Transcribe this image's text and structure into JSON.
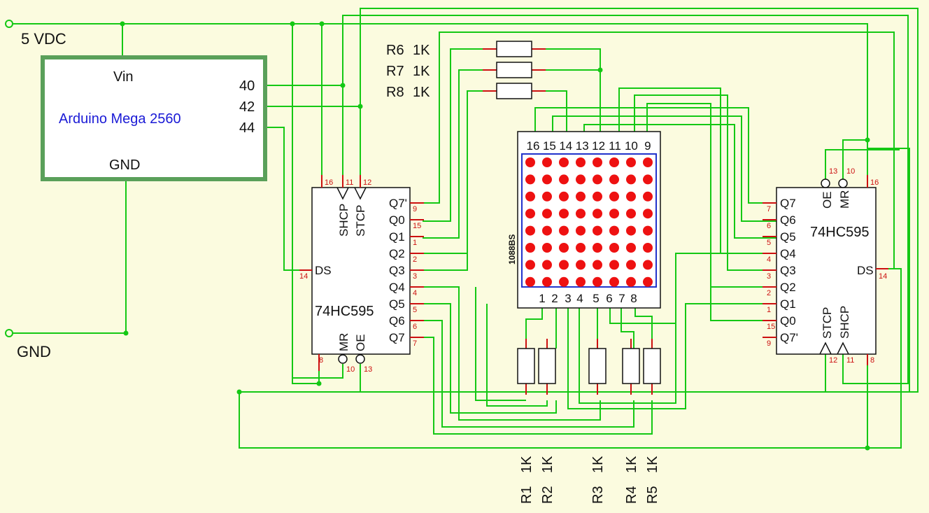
{
  "supply": {
    "vcc_label": "5 VDC",
    "gnd_label": "GND"
  },
  "arduino": {
    "name": "Arduino Mega 2560",
    "vin_label": "Vin",
    "gnd_label": "GND",
    "pins": [
      "40",
      "42",
      "44"
    ],
    "border_color": "#5aa05a",
    "name_color": "#1a1ad6"
  },
  "shift_left": {
    "part": "74HC595",
    "top_pins": [
      "16",
      "11",
      "12"
    ],
    "top_labels": [
      "SHCP",
      "STCP"
    ],
    "bottom_pins": [
      "8",
      "10",
      "13"
    ],
    "bottom_labels": [
      "MR",
      "OE"
    ],
    "ds_label": "DS",
    "ds_pin": "14",
    "outputs": [
      {
        "label": "Q7'",
        "pin": "9"
      },
      {
        "label": "Q0",
        "pin": "15"
      },
      {
        "label": "Q1",
        "pin": "1"
      },
      {
        "label": "Q2",
        "pin": "2"
      },
      {
        "label": "Q3",
        "pin": "3"
      },
      {
        "label": "Q4",
        "pin": "4"
      },
      {
        "label": "Q5",
        "pin": "5"
      },
      {
        "label": "Q6",
        "pin": "6"
      },
      {
        "label": "Q7",
        "pin": "7"
      }
    ]
  },
  "shift_right": {
    "part": "74HC595",
    "top_pins": [
      "13",
      "10",
      "16"
    ],
    "top_labels": [
      "OE",
      "MR"
    ],
    "bottom_pins": [
      "12",
      "11",
      "8"
    ],
    "bottom_labels": [
      "STCP",
      "SHCP"
    ],
    "ds_label": "DS",
    "ds_pin": "14",
    "outputs": [
      {
        "label": "Q7",
        "pin": "7"
      },
      {
        "label": "Q6",
        "pin": "6"
      },
      {
        "label": "Q5",
        "pin": "5"
      },
      {
        "label": "Q4",
        "pin": "4"
      },
      {
        "label": "Q3",
        "pin": "3"
      },
      {
        "label": "Q2",
        "pin": "2"
      },
      {
        "label": "Q1",
        "pin": "1"
      },
      {
        "label": "Q0",
        "pin": "15"
      },
      {
        "label": "Q7'",
        "pin": "9"
      }
    ]
  },
  "matrix": {
    "part": "1088BS",
    "top_pins": [
      "16",
      "15",
      "14",
      "13",
      "12",
      "11",
      "10",
      "9"
    ],
    "bottom_pins": [
      "1",
      "2",
      "3",
      "4",
      "5",
      "6",
      "7",
      "8"
    ],
    "led_color": "#ee1111",
    "rows": 8,
    "cols": 8
  },
  "resistors_top": [
    {
      "name": "R6",
      "value": "1K"
    },
    {
      "name": "R7",
      "value": "1K"
    },
    {
      "name": "R8",
      "value": "1K"
    }
  ],
  "resistors_bottom": [
    {
      "name": "R1",
      "value": "1K"
    },
    {
      "name": "R2",
      "value": "1K"
    },
    {
      "name": "R3",
      "value": "1K"
    },
    {
      "name": "R4",
      "value": "1K"
    },
    {
      "name": "R5",
      "value": "1K"
    }
  ],
  "colors": {
    "wire": "#14c814",
    "pin": "#cc1010",
    "background": "#fbfbdf"
  }
}
